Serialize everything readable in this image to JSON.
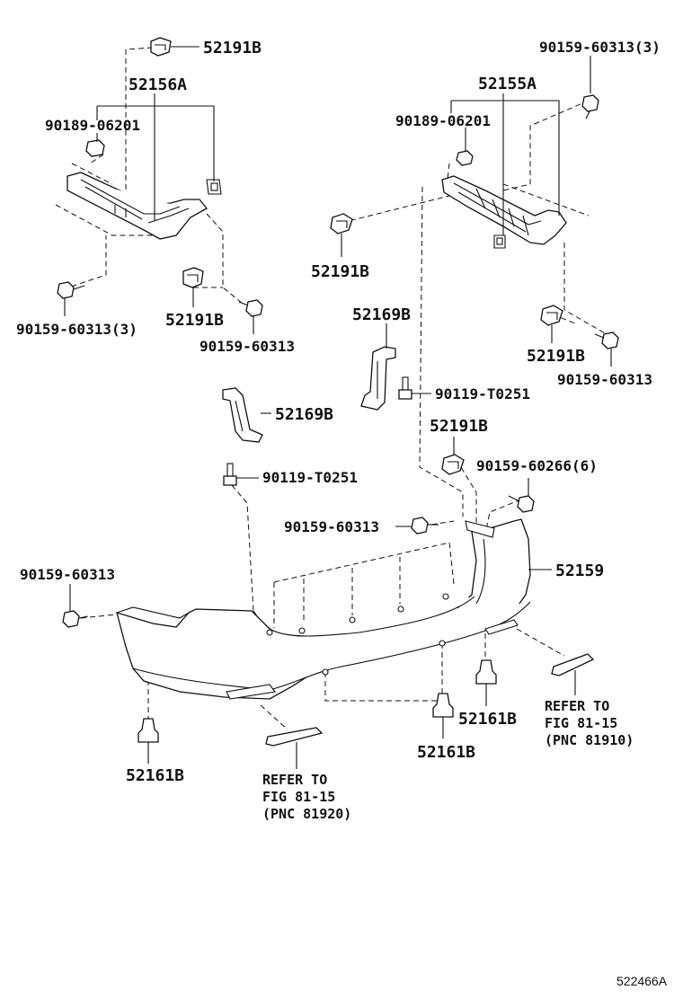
{
  "labels": {
    "clip_top_left": "52191B",
    "bracket_left": "52156A",
    "nut_left": "90189-06201",
    "screw_left_3": "90159-60313(3)",
    "clip_mid_left": "52191B",
    "screw_mid_left": "90159-60313",
    "screw_top_right_3": "90159-60313(3)",
    "bracket_right": "52155A",
    "nut_right": "90189-06201",
    "clip_right_upper": "52191B",
    "retainer_right": "52169B",
    "clip_right_lower": "52191B",
    "screw_right": "90159-60313",
    "bolt_right": "90119-T0251",
    "clip_center": "52191B",
    "screw_center_6": "90159-60266(6)",
    "retainer_left": "52169B",
    "bolt_left": "90119-T0251",
    "screw_center": "90159-60313",
    "screw_far_left": "90159-60313",
    "bumper_cover": "52159",
    "grommet_left": "52161B",
    "grommet_center": "52161B",
    "grommet_right": "52161B"
  },
  "references": {
    "left": [
      "REFER TO",
      "FIG 81-15",
      "(PNC 81920)"
    ],
    "right": [
      "REFER TO",
      "FIG 81-15",
      "(PNC 81910)"
    ]
  },
  "diagram_code": "522466A"
}
